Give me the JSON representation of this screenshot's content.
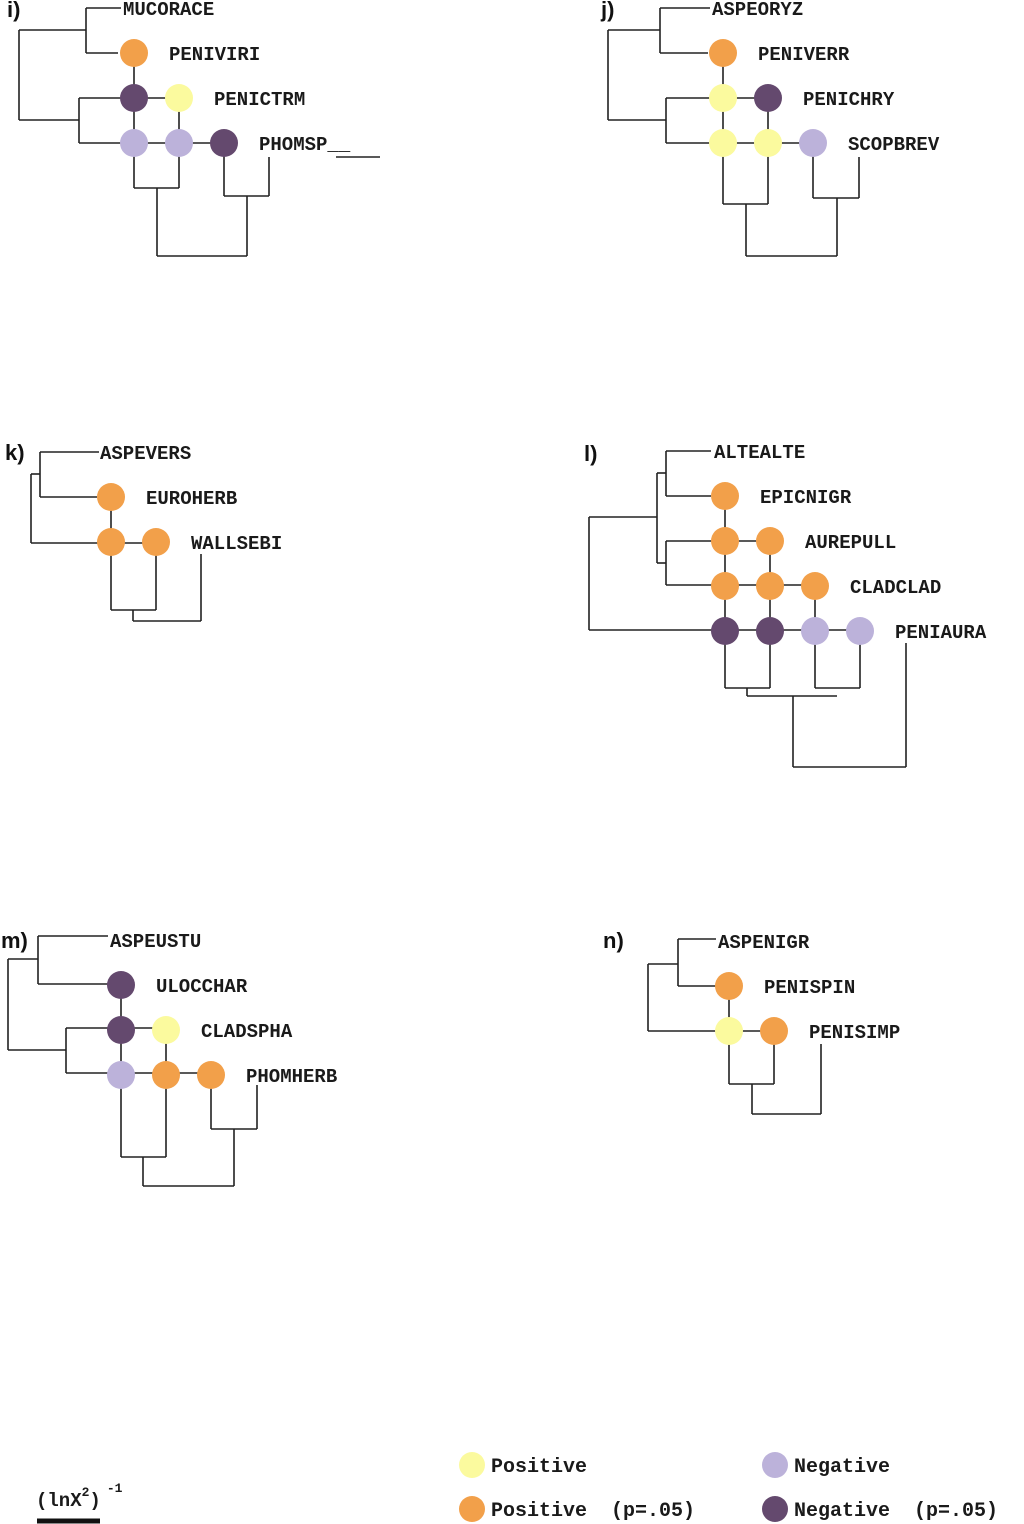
{
  "colors": {
    "positive": "#fbfa9e",
    "positive_sig": "#f2a04a",
    "negative": "#bcb2da",
    "negative_sig": "#64496e"
  },
  "panels": [
    {
      "label": "i)",
      "taxa": [
        "MUCORACE",
        "PENIVIRI",
        "PENICTRM",
        "PHOMSP__"
      ],
      "nodes": [
        [
          "positive_sig"
        ],
        [
          "negative_sig",
          "positive"
        ],
        [
          "negative",
          "negative",
          "negative_sig"
        ]
      ]
    },
    {
      "label": "j)",
      "taxa": [
        "ASPEORYZ",
        "PENIVERR",
        "PENICHRY",
        "SCOPBREV"
      ],
      "nodes": [
        [
          "positive_sig"
        ],
        [
          "positive",
          "negative_sig"
        ],
        [
          "positive",
          "positive",
          "negative"
        ]
      ]
    },
    {
      "label": "k)",
      "taxa": [
        "ASPEVERS",
        "EUROHERB",
        "WALLSEBI"
      ],
      "nodes": [
        [
          "positive_sig"
        ],
        [
          "positive_sig",
          "positive_sig"
        ]
      ]
    },
    {
      "label": "l)",
      "taxa": [
        "ALTEALTE",
        "EPICNIGR",
        "AUREPULL",
        "CLADCLAD",
        "PENIAURA"
      ],
      "nodes": [
        [
          "positive_sig"
        ],
        [
          "positive_sig",
          "positive_sig"
        ],
        [
          "positive_sig",
          "positive_sig",
          "positive_sig"
        ],
        [
          "negative_sig",
          "negative_sig",
          "negative",
          "negative"
        ]
      ]
    },
    {
      "label": "m)",
      "taxa": [
        "ASPEUSTU",
        "ULOCCHAR",
        "CLADSPHA",
        "PHOMHERB"
      ],
      "nodes": [
        [
          "negative_sig"
        ],
        [
          "negative_sig",
          "positive"
        ],
        [
          "negative",
          "positive_sig",
          "positive_sig"
        ]
      ]
    },
    {
      "label": "n)",
      "taxa": [
        "ASPENIGR",
        "PENISPIN",
        "PENISIMP"
      ],
      "nodes": [
        [
          "positive_sig"
        ],
        [
          "positive",
          "positive_sig"
        ]
      ]
    }
  ],
  "legend": {
    "positive": "Positive",
    "positive_sig": "Positive  (p=.05)",
    "negative": "Negative",
    "negative_sig": "Negative  (p=.05)"
  },
  "scale": {
    "label": "(lnX",
    "exp": "2",
    "close": ")",
    "power": "-1"
  }
}
